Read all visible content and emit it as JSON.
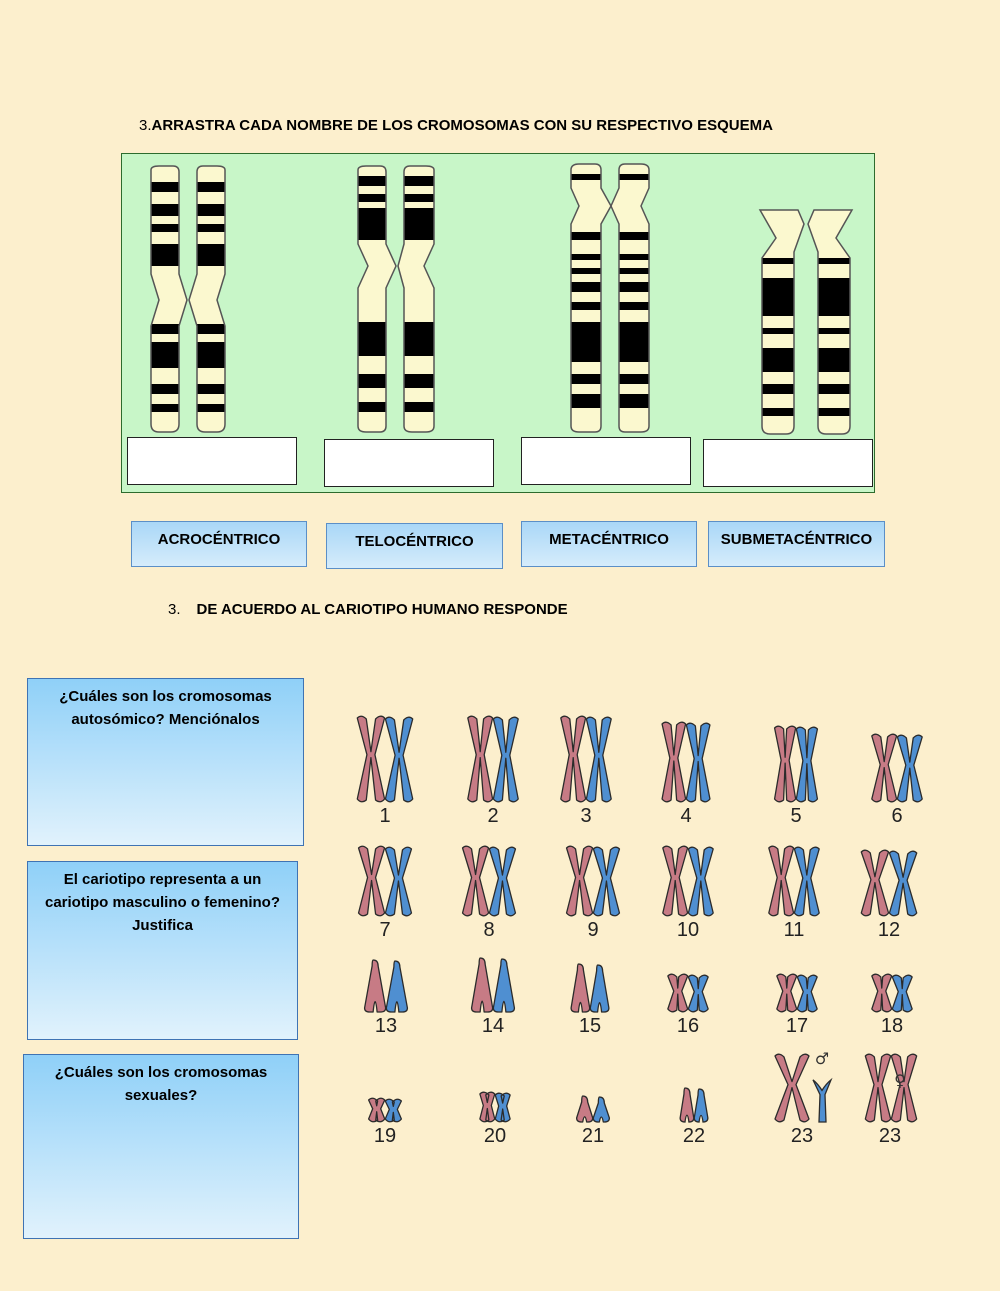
{
  "section1": {
    "number": "3.",
    "title": "ARRASTRA CADA NOMBRE DE LOS CROMOSOMAS CON SU RESPECTIVO ESQUEMA"
  },
  "labels": [
    "ACROCÉNTRICO",
    "TELOCÉNTRICO",
    "METACÉNTRICO",
    "SUBMETACÉNTRICO"
  ],
  "section2": {
    "number": "3.",
    "title": "DE ACUERDO AL CARIOTIPO HUMANO RESPONDE"
  },
  "questions": [
    "¿Cuáles son los cromosomas autosómico? Menciónalos",
    "El cariotipo representa a un cariotipo masculino o femenino? Justifica",
    "¿Cuáles son los cromosomas sexuales?"
  ],
  "karyotype": {
    "numbers": [
      "1",
      "2",
      "3",
      "4",
      "5",
      "6",
      "7",
      "8",
      "9",
      "10",
      "11",
      "12",
      "13",
      "14",
      "15",
      "16",
      "17",
      "18",
      "19",
      "20",
      "21",
      "22",
      "23",
      "23"
    ],
    "male_symbol": "♂",
    "female_symbol": "♀",
    "colors": {
      "maternal": "#c77b85",
      "paternal": "#4f8fd1",
      "outline": "#2b2b2b"
    }
  },
  "diagram_colors": {
    "body": "#fbf8cf",
    "band": "#000000",
    "panel": "#c8f6c8"
  }
}
